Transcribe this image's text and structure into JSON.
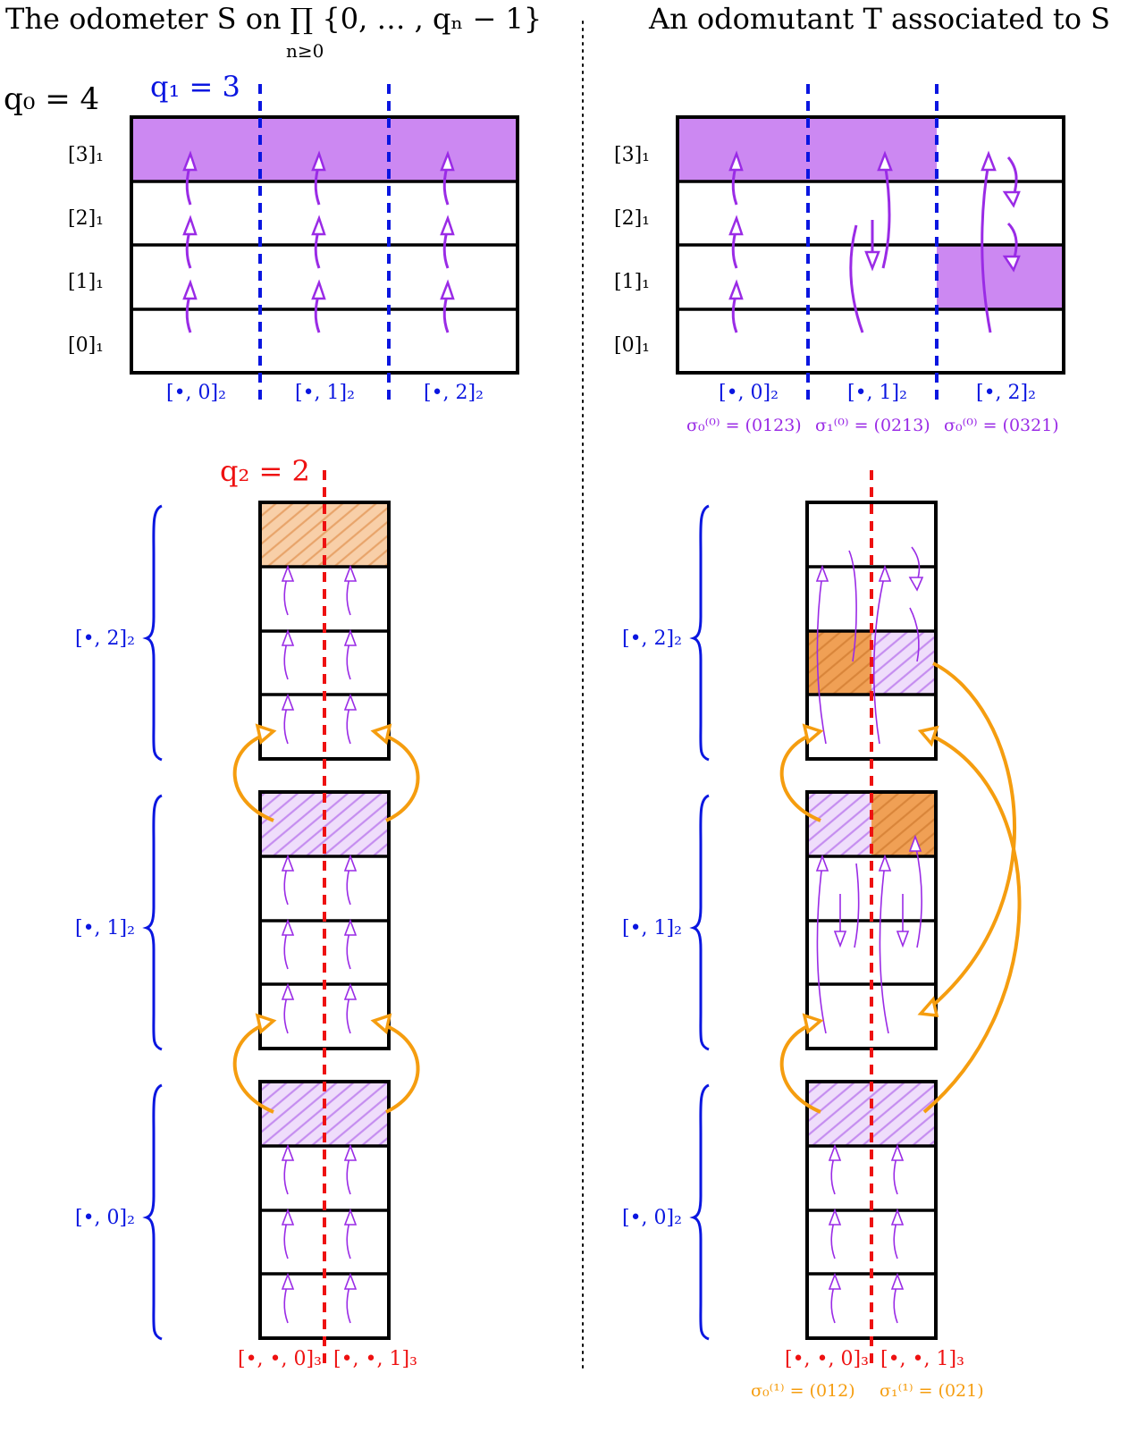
{
  "titles": {
    "left": "The odometer S on ∏ {0, … , qₙ − 1}",
    "left_subscript": "n≥0",
    "right": "An odomutant T associated to S"
  },
  "labels": {
    "q0": "q₀ = 4",
    "q1": "q₁ = 3",
    "q2": "q₂ = 2"
  },
  "levels": [
    "[0]₁",
    "[1]₁",
    "[2]₁",
    "[3]₁"
  ],
  "columns": [
    "[•, 0]₂",
    "[•, 1]₂",
    "[•, 2]₂"
  ],
  "stack_columns": [
    "[•, •, 0]₃",
    "[•, •, 1]₃"
  ],
  "permutations_level1": [
    "σ₀⁽⁰⁾ = (0123)",
    "σ₁⁽⁰⁾ = (0213)",
    "σ₀⁽⁰⁾ = (0321)"
  ],
  "permutations_level2": [
    "σ₀⁽¹⁾ = (012)",
    "σ₁⁽¹⁾ = (021)"
  ],
  "colors": {
    "blue": "#0a16e0",
    "red": "#ee1111",
    "purple": "#9a2be6",
    "violet_fill": "#cc88f2",
    "orange": "#f59d0f",
    "orange_fill": "#f3a45c"
  }
}
